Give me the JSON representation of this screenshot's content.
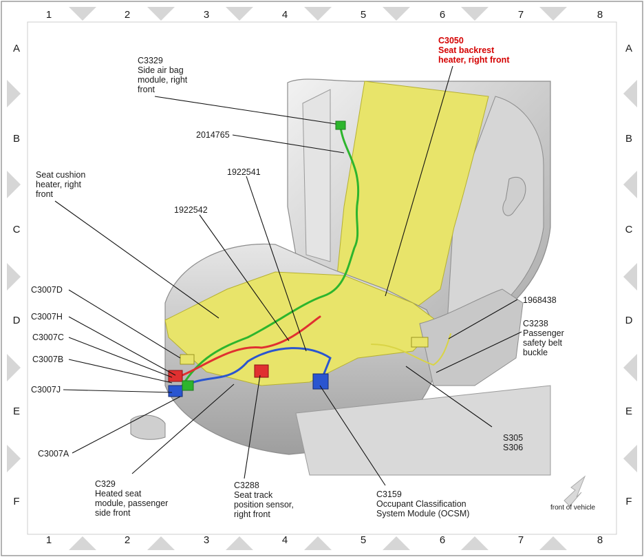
{
  "grid": {
    "columns": [
      "1",
      "2",
      "3",
      "4",
      "5",
      "6",
      "7",
      "8"
    ],
    "rows": [
      "A",
      "B",
      "C",
      "D",
      "E",
      "F"
    ]
  },
  "callouts": {
    "c3050": [
      "C3050",
      "Seat backrest",
      "heater, right front"
    ],
    "c3329": [
      "C3329",
      "Side air bag",
      "module, right",
      "front"
    ],
    "p2014765": [
      "2014765"
    ],
    "p1922541": [
      "1922541"
    ],
    "p1922542": [
      "1922542"
    ],
    "cushion": [
      "Seat cushion",
      "heater, right",
      "front"
    ],
    "c3007d": [
      "C3007D"
    ],
    "c3007h": [
      "C3007H"
    ],
    "c3007c": [
      "C3007C"
    ],
    "c3007b": [
      "C3007B"
    ],
    "c3007j": [
      "C3007J"
    ],
    "c3007a": [
      "C3007A"
    ],
    "c329": [
      "C329",
      "Heated seat",
      "module, passenger",
      "side front"
    ],
    "c3288": [
      "C3288",
      "Seat track",
      "position sensor,",
      "right front"
    ],
    "c3159": [
      "C3159",
      "Occupant Classification",
      "System Module (OCSM)"
    ],
    "s305": [
      "S305",
      "S306"
    ],
    "p1968438": [
      "1968438"
    ],
    "c3238": [
      "C3238",
      "Passenger",
      "safety belt",
      "buckle"
    ]
  },
  "orientation": {
    "label": "front of vehicle"
  },
  "colors": {
    "highlight": "#e8e46a",
    "wire_green": "#2db52d",
    "wire_red": "#e03030",
    "wire_blue": "#2a55d0",
    "callout_red": "#d40000"
  }
}
